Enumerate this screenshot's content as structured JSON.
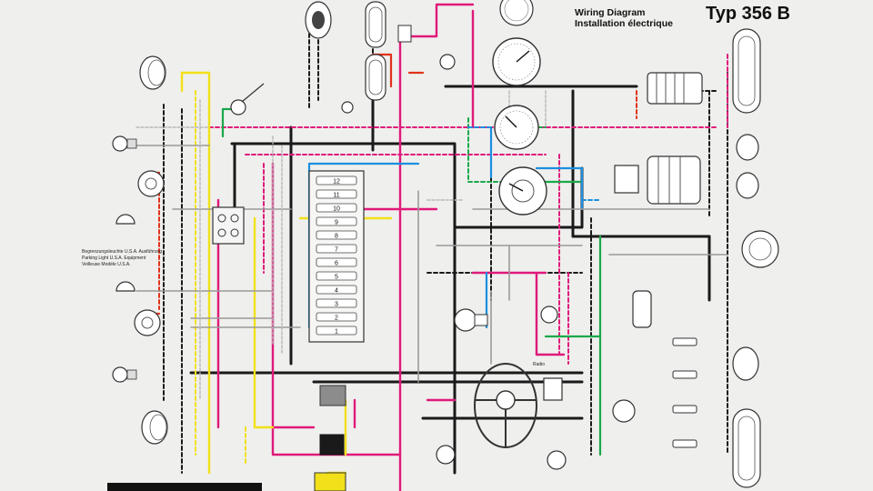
{
  "title": {
    "line1": "Wiring Diagram",
    "line2": "Installation électrique",
    "model": "Typ 356 B"
  },
  "legend": {
    "line1": "Begrenzungsleuchte U.S.A. Ausführung",
    "line2": "Parking Light U.S.A. Equipment",
    "line3": "Veilleuse Modèle U.S.A."
  },
  "labels": {
    "radio": "Radio"
  },
  "fuse_numbers": [
    "12",
    "11",
    "10",
    "9",
    "8",
    "7",
    "6",
    "5",
    "4",
    "3",
    "2",
    "1"
  ],
  "colors": {
    "paper": "#efefed",
    "black": "#1a1a1a",
    "pink": "#e0197a",
    "yellow": "#f2e01a",
    "green": "#1aa84a",
    "blue": "#1a8fe0",
    "red": "#e0321a",
    "grey": "#9a9a9a",
    "white_wire": "#d8d8d8"
  }
}
